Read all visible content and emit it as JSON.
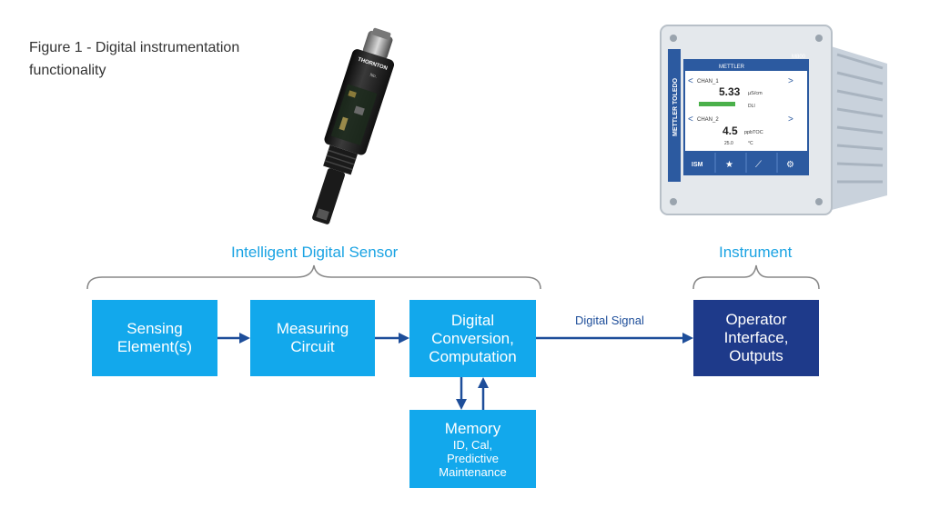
{
  "caption": {
    "line1": "Figure 1 - Digital instrumentation",
    "line2": "functionality"
  },
  "groups": {
    "sensor": "Intelligent Digital Sensor",
    "instrument": "Instrument"
  },
  "boxes": {
    "sensing": [
      "Sensing",
      "Element(s)"
    ],
    "measuring": [
      "Measuring",
      "Circuit"
    ],
    "digital": [
      "Digital",
      "Conversion,",
      "Computation"
    ],
    "operator": [
      "Operator",
      "Interface,",
      "Outputs"
    ],
    "memory": {
      "title": "Memory",
      "details": [
        "ID, Cal,",
        "Predictive",
        "Maintenance"
      ]
    }
  },
  "signal_label": "Digital Signal",
  "sensor_image": {
    "printed_text": "THORNTON",
    "serial_prefix": "No."
  },
  "transmitter": {
    "brand": "METTLER TOLEDO",
    "model": "M800",
    "header_text": "METTLER",
    "channels": [
      {
        "name": "CHAN_1",
        "value": "5.33",
        "unit": "µS/cm",
        "secondary": "",
        "secondary_unit": "DLI"
      },
      {
        "name": "CHAN_2",
        "value": "4.5",
        "unit": "ppbTOC",
        "secondary": "25.0",
        "secondary_unit": "°C"
      }
    ],
    "softkeys": [
      "ISM",
      "★",
      "⟋",
      "⚙"
    ]
  },
  "colors": {
    "light_box": "#12a8ec",
    "dark_box": "#1e3a8a",
    "arrow": "#1e4e9a",
    "label_blue": "#1aa3e3",
    "bracket": "#888888"
  }
}
